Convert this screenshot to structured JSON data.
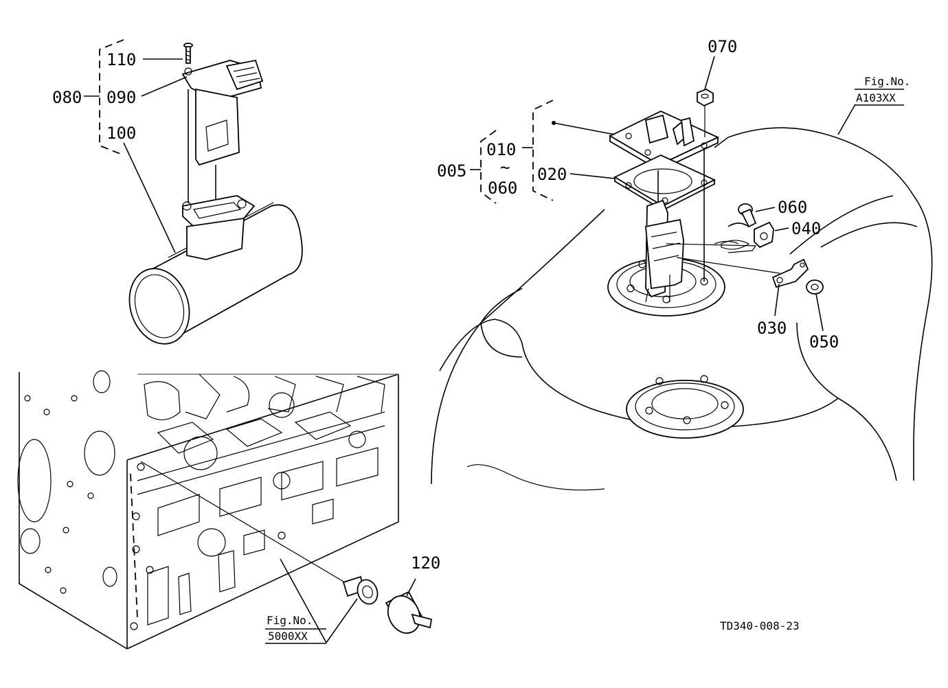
{
  "labels": {
    "p005": "005",
    "p010": "010",
    "p020": "020",
    "p030": "030",
    "p040": "040",
    "p050": "050",
    "p060_range": "060",
    "p060": "060",
    "p070": "070",
    "p080": "080",
    "p090": "090",
    "p100": "100",
    "p110": "110",
    "p120": "120",
    "tilde": "~"
  },
  "refs": {
    "fig_tank_title": "Fig.No.",
    "fig_tank_no": "A103XX",
    "fig_block_title": "Fig.No.",
    "fig_block_no": "5000XX"
  },
  "drawing_code": "TD340-008-23"
}
